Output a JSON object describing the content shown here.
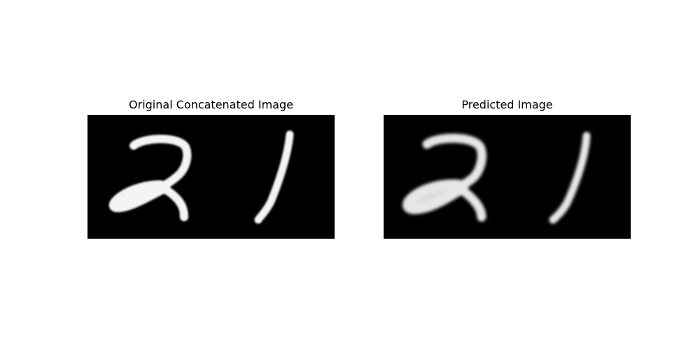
{
  "panels": [
    {
      "title": "Original Concatenated Image",
      "content": "digits-2-1"
    },
    {
      "title": "Predicted Image",
      "content": "digits-2-1-reconstructed"
    }
  ],
  "colors": {
    "background": "#ffffff",
    "image_background": "#000000",
    "digit_stroke": "#f4f4f4",
    "title_text": "#000000"
  }
}
